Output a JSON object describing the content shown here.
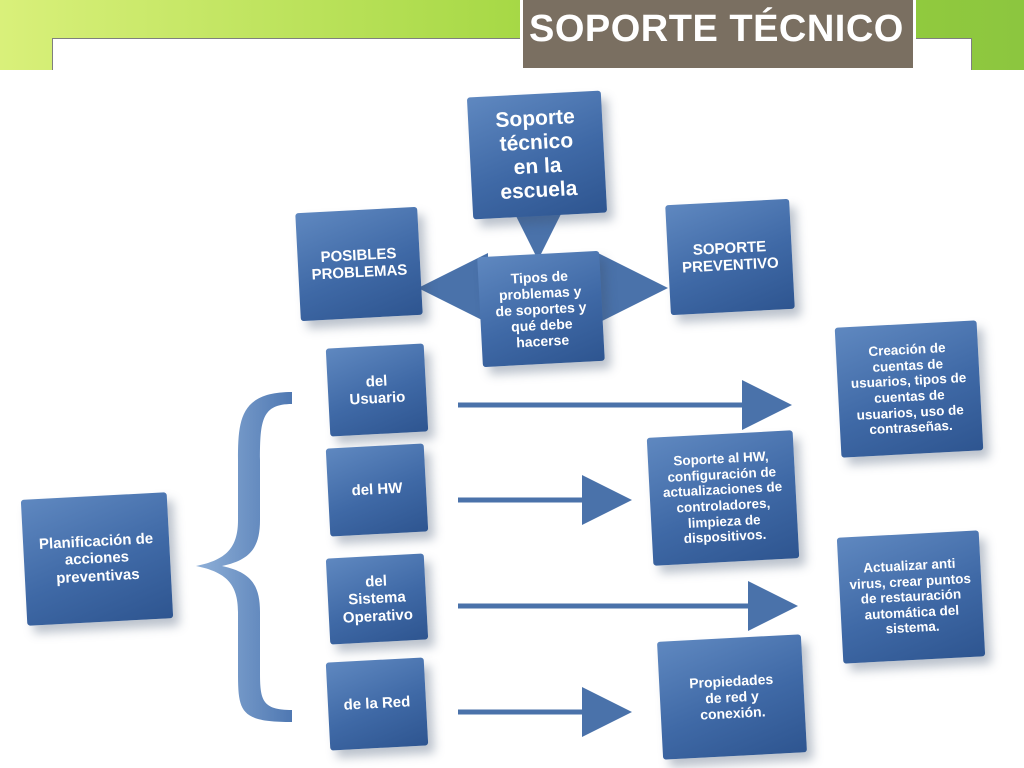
{
  "title": "SOPORTE TÉCNICO",
  "nodes": {
    "root": "Soporte\ntécnico\nen la\nescuela",
    "types": "Tipos de\nproblemas y\nde soportes y\nqué debe\nhacerse",
    "problems": "POSIBLES\nPROBLEMAS",
    "preventive": "SOPORTE\nPREVENTIVO",
    "planning": "Planificación de\nacciones\npreventivas",
    "user": "del\nUsuario",
    "hw": "del HW",
    "os": "del\nSistema\nOperativo",
    "net": "de la Red",
    "user_action": "Creación de\ncuentas de\nusuarios, tipos de\ncuentas de\nusuarios, uso de\ncontraseñas.",
    "hw_action": "Soporte al HW,\nconfiguración de\nactualizaciones de\ncontroladores,\nlimpieza de\ndispositivos.",
    "os_action": "Actualizar anti\nvirus, crear puntos\nde restauración\nautomática del\nsistema.",
    "net_action": "Propiedades\nde red y\nconexión."
  },
  "colors": {
    "box": "#3f69a6",
    "arrow": "#4a72aa",
    "title_bg": "#7a6f61",
    "band": "#9dd43c"
  }
}
